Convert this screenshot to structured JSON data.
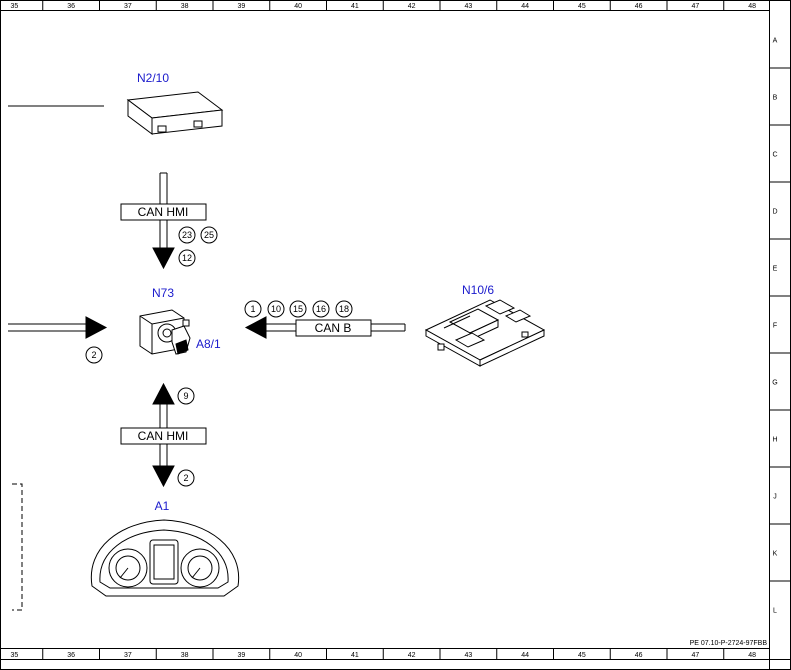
{
  "grid": {
    "columns": [
      "35",
      "36",
      "37",
      "38",
      "39",
      "40",
      "41",
      "42",
      "43",
      "44",
      "45",
      "46",
      "47",
      "48"
    ],
    "rows": [
      "A",
      "B",
      "C",
      "D",
      "E",
      "F",
      "G",
      "H",
      "J",
      "K",
      "L"
    ]
  },
  "components": {
    "n2_10": "N2/10",
    "n73": "N73",
    "a8_1": "A8/1",
    "n10_6": "N10/6",
    "a1": "A1"
  },
  "buses": {
    "can_hmi_top": "CAN HMI",
    "can_b": "CAN B",
    "can_hmi_bottom": "CAN HMI"
  },
  "notes": {
    "n23": "23",
    "n25": "25",
    "n12": "12",
    "n1": "1",
    "n10": "10",
    "n15": "15",
    "n16": "16",
    "n18": "18",
    "n2_left": "2",
    "n9": "9",
    "n2_bottom": "2"
  },
  "reference": "PE 07.10-P-2724-97FBB"
}
